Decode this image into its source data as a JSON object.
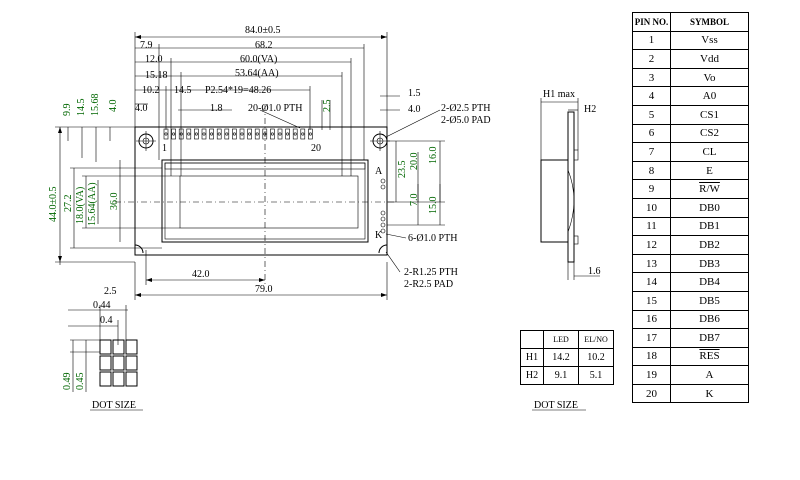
{
  "front_view": {
    "dims_top": [
      "84.0±0.5",
      "7.9",
      "68.2",
      "12.0",
      "60.0(VA)",
      "15.18",
      "53.64(AA)",
      "10.2",
      "14.5",
      "P2.54*19=48.26",
      "4.0",
      "1.8",
      "20-Ø1.0 PTH",
      "2.5",
      "1.5",
      "4.0"
    ],
    "dims_left": [
      "9.9",
      "14.5",
      "15.68",
      "4.0",
      "44.0±0.5",
      "27.2",
      "18.0(VA)",
      "15.64(AA)",
      "36.0"
    ],
    "dims_right": [
      "23.5",
      "20.0",
      "16.0",
      "7.0",
      "15.0"
    ],
    "dims_bottom": [
      "42.0",
      "2.5",
      "79.0"
    ],
    "callouts": [
      "2-Ø2.5 PTH",
      "2-Ø5.0 PAD",
      "6-Ø1.0 PTH",
      "2-R1.25 PTH",
      "2-R2.5 PAD"
    ],
    "pin_labels": [
      "1",
      "20",
      "A",
      "K"
    ]
  },
  "side_view": {
    "labels": [
      "H1 max",
      "H2",
      "1.6"
    ]
  },
  "dot_size_left": {
    "dims": [
      "0.44",
      "0.4",
      "0.49",
      "0.45"
    ],
    "caption": "DOT SIZE"
  },
  "dot_size_right": {
    "caption": "DOT SIZE"
  },
  "backlight_table": {
    "headers": [
      "",
      "LED",
      "EL/NO"
    ],
    "rows": [
      [
        "H1",
        "14.2",
        "10.2"
      ],
      [
        "H2",
        "9.1",
        "5.1"
      ]
    ]
  },
  "pin_table": {
    "headers": [
      "PIN NO.",
      "SYMBOL"
    ],
    "rows": [
      {
        "no": "1",
        "symbol": "Vss"
      },
      {
        "no": "2",
        "symbol": "Vdd"
      },
      {
        "no": "3",
        "symbol": "Vo"
      },
      {
        "no": "4",
        "symbol": "A0"
      },
      {
        "no": "5",
        "symbol": "CS1"
      },
      {
        "no": "6",
        "symbol": "CS2"
      },
      {
        "no": "7",
        "symbol": "CL"
      },
      {
        "no": "8",
        "symbol": "E"
      },
      {
        "no": "9",
        "symbol": "R/W",
        "overline": true
      },
      {
        "no": "10",
        "symbol": "DB0"
      },
      {
        "no": "11",
        "symbol": "DB1"
      },
      {
        "no": "12",
        "symbol": "DB2"
      },
      {
        "no": "13",
        "symbol": "DB3"
      },
      {
        "no": "14",
        "symbol": "DB4"
      },
      {
        "no": "15",
        "symbol": "DB5"
      },
      {
        "no": "16",
        "symbol": "DB6"
      },
      {
        "no": "17",
        "symbol": "DB7"
      },
      {
        "no": "18",
        "symbol": "RES",
        "overline": true
      },
      {
        "no": "19",
        "symbol": "A"
      },
      {
        "no": "20",
        "symbol": "K"
      }
    ]
  }
}
